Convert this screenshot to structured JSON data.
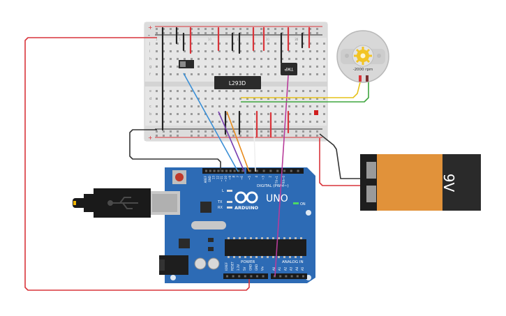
{
  "breadboard": {
    "top_row_numbers": [
      "1",
      "5",
      "10",
      "15",
      "20",
      "25",
      "30"
    ],
    "row_letters_top": [
      "j",
      "i",
      "h",
      "g",
      "f"
    ],
    "row_letters_bottom": [
      "e",
      "d",
      "c",
      "b",
      "a"
    ],
    "rail_plus": "+",
    "rail_minus": "-"
  },
  "chip": {
    "label": "L293D"
  },
  "sensor": {
    "label": "TMP"
  },
  "motor": {
    "speed_label": "-2000 rpm"
  },
  "battery": {
    "label": "9V"
  },
  "arduino": {
    "brand": "ARDUINO",
    "model": "UNO",
    "on_label": "ON",
    "digital_header": "DIGITAL (PWM~)",
    "analog_header": "ANALOG IN",
    "power_header": "POWER",
    "l_label": "L",
    "tx_label": "TX",
    "rx_label": "RX",
    "digital_pins": [
      "AREF",
      "GND",
      "13",
      "12",
      "~11",
      "~10",
      "~9",
      "8",
      "7",
      "~6",
      "~5",
      "4",
      "~3",
      "2",
      "TX→1",
      "RX←0"
    ],
    "power_pins": [
      "IOREF",
      "RESET",
      "3.3V",
      "5V",
      "GND",
      "GND",
      "Vin"
    ],
    "analog_pins": [
      "A0",
      "A1",
      "A2",
      "A3",
      "A4",
      "A5"
    ]
  },
  "colors": {
    "board": "#2d6bb5",
    "breadboard": "#e7e7e7",
    "wire_red": "#d9343a",
    "wire_black": "#333333",
    "wire_blue": "#3a8fd6",
    "wire_purple": "#7a3fb0",
    "wire_orange": "#e88a1a",
    "wire_magenta": "#b83b9a",
    "wire_yellow": "#e6c21a",
    "wire_green": "#3fa53f",
    "battery_orange": "#e1923a",
    "battery_dark": "#2a2a2a"
  }
}
